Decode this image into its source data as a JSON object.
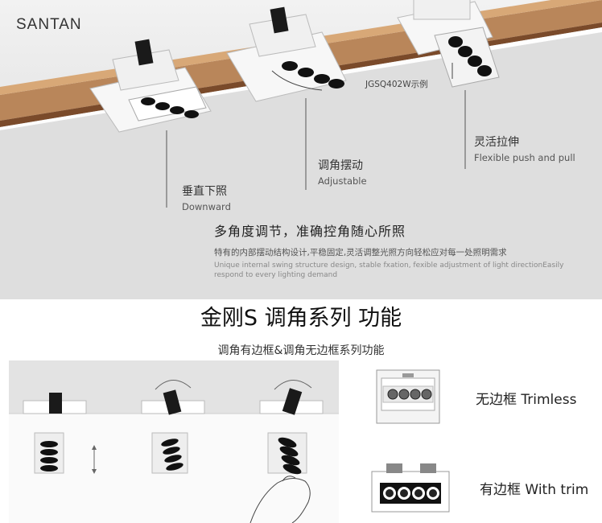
{
  "brand": {
    "logo_text": "SANTAN"
  },
  "hero": {
    "model_note": "JGSQ402W示例",
    "features": [
      {
        "cn": "灵活拉伸",
        "en": "Flexible push and pull"
      },
      {
        "cn": "调角摆动",
        "en": "Adjustable"
      },
      {
        "cn": "垂直下照",
        "en": "Downward"
      }
    ],
    "headline": "多角度调节，准确控角随心所照",
    "desc_cn": "特有的内部摆动结构设计,平稳固定,灵活调整光照方向轻松应对每一处照明需求",
    "desc_en": "Unique internal swing structure design, stable fxation, fexible adjustment of light directionEasily respond to every lighting demand"
  },
  "section": {
    "title": "金刚S 调角系列 功能",
    "subtitle": "调角有边框&调角无边框系列功能"
  },
  "products": [
    {
      "label": "无边框 Trimless"
    },
    {
      "label": "有边框 With trim"
    }
  ],
  "colors": {
    "wood": "#c9935c",
    "ceiling": "#dcdcdc",
    "lens": "#111111"
  }
}
